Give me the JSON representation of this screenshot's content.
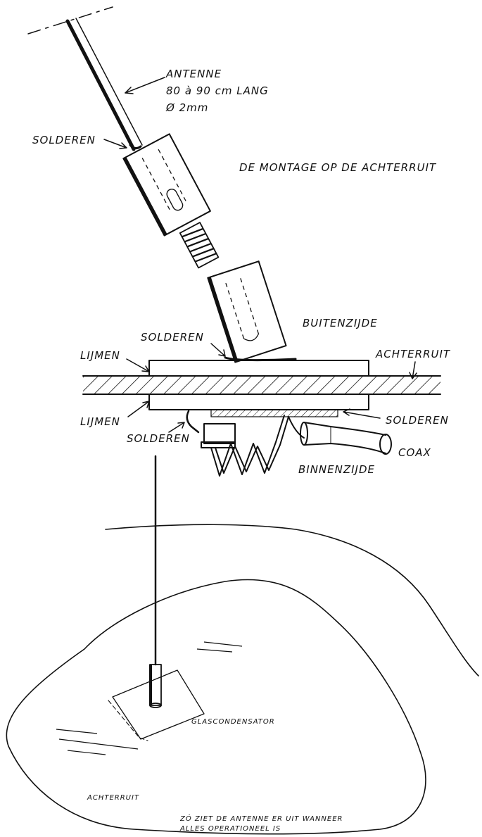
{
  "diagram": {
    "title": "DE MONTAGE OP DE ACHTERRUIT",
    "antenna_label": {
      "line1": "ANTENNE",
      "line2": "80 à 90 cm  LANG",
      "line3": "Ø 2mm"
    },
    "labels": {
      "solderen_top": "SOLDEREN",
      "solderen_mid": "SOLDEREN",
      "solderen_left": "SOLDEREN",
      "solderen_right": "SOLDEREN",
      "buitenzijde": "BUITENZIJDE",
      "achterruit_section": "ACHTERRUIT",
      "lijmen_top": "LIJMEN",
      "lijmen_bottom": "LIJMEN",
      "coax": "COAX",
      "binnenzijde": "BINNENZIJDE",
      "glascondensator": "GLASCONDENSATOR",
      "achterruit_bottom": "ACHTERRUIT",
      "caption_line1": "ZÓ ZIET DE ANTENNE ER UIT WANNEER",
      "caption_line2": "ALLES OPERATIONEEL IS"
    }
  }
}
